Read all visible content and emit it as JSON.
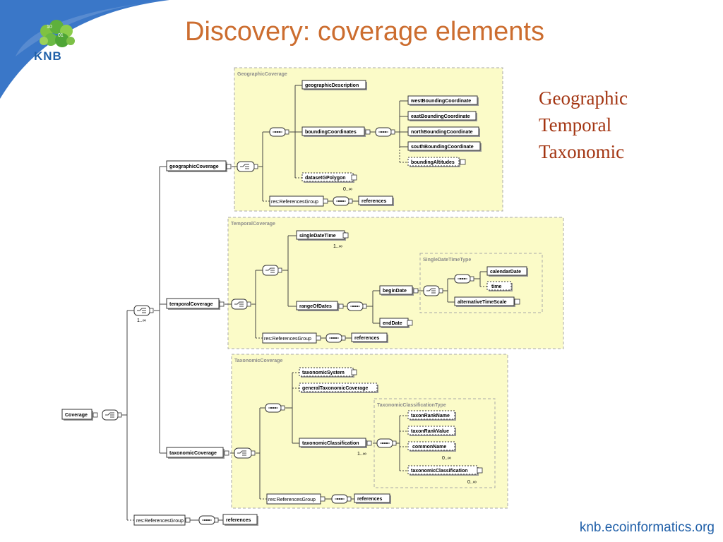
{
  "slide": {
    "title": "Discovery: coverage elements",
    "logo_text": "KNB",
    "footer": "knb.ecoinformatics.org",
    "coverage_list": [
      "Geographic",
      "Temporal",
      "Taxonomic"
    ],
    "colors": {
      "title": "#cc6d2f",
      "list": "#a33512",
      "footer": "#1f5fa8",
      "swoosh": "#3a77c8",
      "group_fill": "#fbfbc8"
    }
  },
  "diagram": {
    "root": "Coverage",
    "groups": {
      "geographic": "GeographicCoverage",
      "temporal": "TemporalCoverage",
      "single_date": "SingleDateTimeType",
      "taxonomic": "TaxonomicCoverage",
      "taxonomic_class": "TaxonomicClassificationType"
    },
    "elements": {
      "geographicCoverage": "geographicCoverage",
      "temporalCoverage": "temporalCoverage",
      "taxonomicCoverage": "taxonomicCoverage",
      "refGroup": "res:ReferencesGroup",
      "references": "references",
      "geographicDescription": "geographicDescription",
      "boundingCoordinates": "boundingCoordinates",
      "westBoundingCoordinate": "westBoundingCoordinate",
      "eastBoundingCoordinate": "eastBoundingCoordinate",
      "northBoundingCoordinate": "northBoundingCoordinate",
      "southBoundingCoordinate": "southBoundingCoordinate",
      "boundingAltitudes": "boundingAltitudes",
      "datasetGPolygon": "datasetGPolygon",
      "singleDateTime": "singleDateTime",
      "rangeOfDates": "rangeOfDates",
      "beginDate": "beginDate",
      "endDate": "endDate",
      "calendarDate": "calendarDate",
      "time": "time",
      "alternativeTimeScale": "alternativeTimeScale",
      "taxonomicSystem": "taxonomicSystem",
      "generalTaxonomicCoverage": "generalTaxonomicCoverage",
      "taxonomicClassification": "taxonomicClassification",
      "taxonRankName": "taxonRankName",
      "taxonRankValue": "taxonRankValue",
      "commonName": "commonName"
    },
    "multiplicity": {
      "one_to_many": "1..∞",
      "zero_to_many": "0..∞"
    }
  }
}
